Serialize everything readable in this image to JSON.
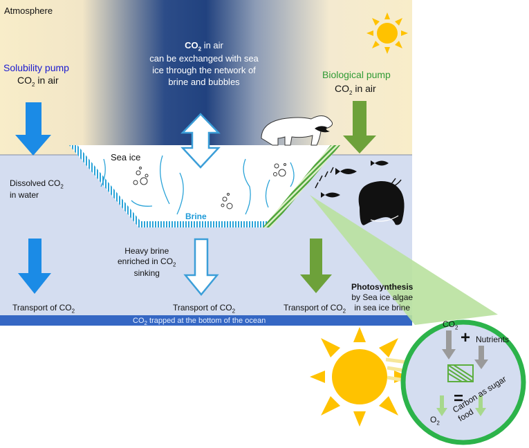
{
  "colors": {
    "atmosphere": "#f8edc9",
    "atmosphere_center": "#21427f",
    "ocean": "#d4ddf0",
    "ocean_bottom": "#3567c4",
    "solubility_blue": "#1b8be6",
    "biological_green": "#6da13a",
    "brine_blue": "#2aa3d8",
    "circle_green": "#2cb34a",
    "sun_yellow": "#ffc200"
  },
  "labels": {
    "atmosphere": "Atmosphere",
    "solubility_title": "Solubility pump",
    "solubility_co2": "CO",
    "solubility_sub": "2",
    "solubility_tail": " in air",
    "mid_co2": "CO",
    "mid_sub": "2",
    "mid_line1_tail": " in air",
    "mid_rest": "can be exchanged with sea ice through the network of brine and bubbles",
    "biological_title": "Biological pump",
    "biological_co2": "CO",
    "biological_sub": "2",
    "biological_tail": " in air",
    "sea_ice": "Sea ice",
    "brine": "Brine",
    "dissolved_a": "Dissolved CO",
    "dissolved_sub": "2",
    "dissolved_b": "in water",
    "heavy_a": "Heavy brine",
    "heavy_b": "enriched in CO",
    "heavy_sub": "2",
    "heavy_c": "sinking",
    "transport": "Transport of CO",
    "transport_sub": "2",
    "bottom_a": "CO",
    "bottom_sub": "2",
    "bottom_b": " trapped at the bottom of the ocean",
    "photo_title": "Photosynthesis",
    "photo_line2": "by Sea ice  algae",
    "photo_line3": "in sea ice brine",
    "circle_co2": "CO",
    "circle_co2_sub": "2",
    "nutrients": "Nutrients",
    "plus": "+",
    "equals": "=",
    "o2": "O",
    "o2_sub": "2",
    "carbon_a": "Carbon as sugar",
    "carbon_b": "food"
  }
}
